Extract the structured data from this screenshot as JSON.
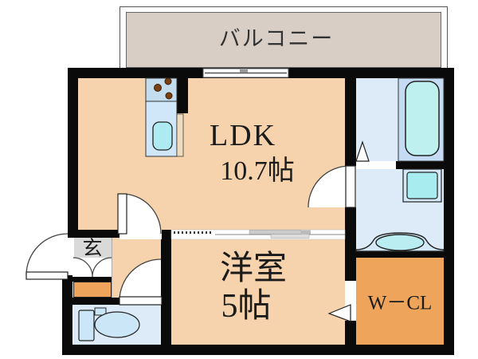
{
  "floorplan": {
    "balcony": {
      "label": "バルコニー"
    },
    "ldk": {
      "label": "LDK",
      "size": "10.7帖"
    },
    "western_room": {
      "label": "洋室",
      "size": "5帖"
    },
    "walk_in_closet": {
      "label": "W－CL"
    },
    "entrance": {
      "label": "玄"
    }
  },
  "colors": {
    "wall": "#0a0a0a",
    "room_floor": "#f6d3ac",
    "balcony_floor": "#d8cec6",
    "wet_area_floor": "#dcebf7",
    "tub_surround": "#c5dbf3",
    "fixture_teal": "#b2edf1",
    "closet_orange": "#efa45c",
    "entrance_gray": "#d9d9d9",
    "burner_brown": "#7a4012"
  }
}
